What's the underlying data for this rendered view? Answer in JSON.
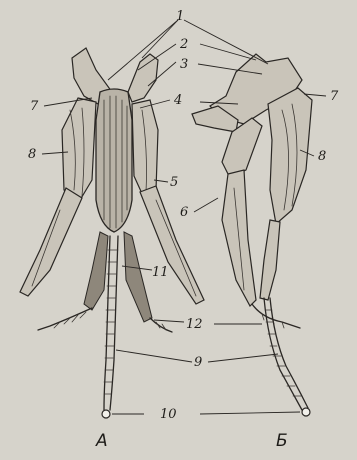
{
  "labels": {
    "l1": "1",
    "l2": "2",
    "l3": "3",
    "l4": "4",
    "l5": "5",
    "l6": "6",
    "l7a": "7",
    "l7b": "7",
    "l8a": "8",
    "l8b": "8",
    "l9": "9",
    "l10": "10",
    "l11": "11",
    "l12": "12"
  },
  "captions": {
    "left": "А",
    "right": "Б"
  },
  "colors": {
    "background": "#d6d3cb",
    "ink": "#2a2724"
  }
}
